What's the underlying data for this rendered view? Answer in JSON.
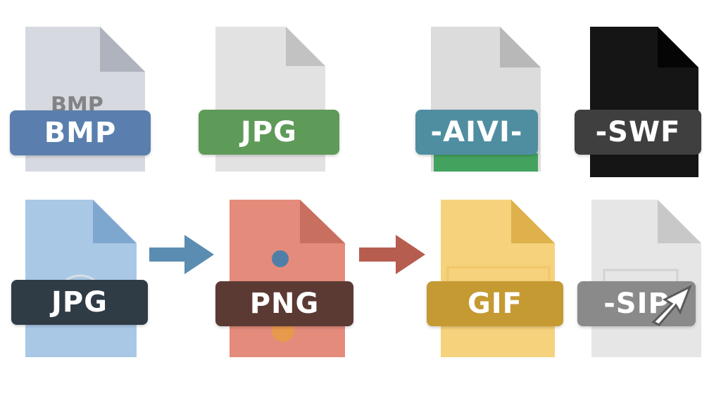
{
  "files": {
    "bmp": {
      "label": "BMP",
      "label_bg": "#5a7fae",
      "body_color": "#d6d9e0",
      "fold_color": "#aeb3bd",
      "ghost_text": "BMP"
    },
    "jpg_top": {
      "label": "JPG",
      "label_bg": "#5e9a58",
      "body_color": "#e2e2e2",
      "fold_color": "#c2c2c2"
    },
    "avi": {
      "label": "-AIVI-",
      "label_bg": "#4f8ea0",
      "body_color": "#dcdcdc",
      "fold_color": "#b8b8b8",
      "accent": "#43a35e"
    },
    "swf": {
      "label": "-SWF",
      "label_bg": "#3f3f3f",
      "body_color": "#151515",
      "fold_color": "#050505"
    },
    "jpg_bottom": {
      "label": "JPG",
      "label_bg": "#2f3b45",
      "body_color": "#a9c8e6",
      "fold_color": "#7ea7cf"
    },
    "png": {
      "label": "PNG",
      "label_bg": "#5b3a33",
      "body_color": "#e48b7c",
      "fold_color": "#c96f60"
    },
    "gif": {
      "label": "GIF",
      "label_bg": "#c69a33",
      "body_color": "#f5d27b",
      "fold_color": "#dfb14c"
    },
    "sip": {
      "label": "-SIP",
      "label_bg": "#8a8a8a",
      "body_color": "#e6e6e6",
      "fold_color": "#c8c8c8"
    }
  },
  "arrows": {
    "first": {
      "color": "#5b8db2"
    },
    "second": {
      "color": "#b75d4f"
    }
  }
}
